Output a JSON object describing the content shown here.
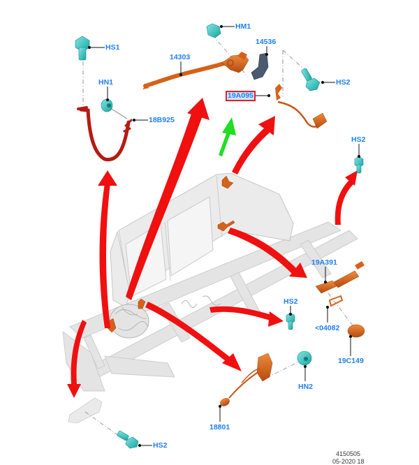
{
  "diagram": {
    "type": "exploded parts diagram - vehicle body wiring / ground straps",
    "callouts": [
      {
        "id": "hs1",
        "text": "HS1",
        "part": "bolt"
      },
      {
        "id": "hn1",
        "text": "HN1",
        "part": "nut"
      },
      {
        "id": "p18b925",
        "text": "18B925",
        "part": "ground strap"
      },
      {
        "id": "p14303",
        "text": "14303",
        "part": "wiring harness / ground strap"
      },
      {
        "id": "hm1",
        "text": "HM1",
        "part": "nut"
      },
      {
        "id": "p14536",
        "text": "14536",
        "part": "bracket"
      },
      {
        "id": "hs2_top",
        "text": "HS2",
        "part": "bolt"
      },
      {
        "id": "p19a095",
        "text": "19A095",
        "part": "ground strap",
        "highlighted": true
      },
      {
        "id": "hs2_right",
        "text": "HS2",
        "part": "bolt"
      },
      {
        "id": "p19a391",
        "text": "19A391",
        "part": "wiring connector"
      },
      {
        "id": "hs2_mid",
        "text": "HS2",
        "part": "bolt"
      },
      {
        "id": "p04082",
        "text": "<04082",
        "part": "gasket"
      },
      {
        "id": "p19c149",
        "text": "19C149",
        "part": "cover"
      },
      {
        "id": "hn2",
        "text": "HN2",
        "part": "nut"
      },
      {
        "id": "p18801",
        "text": "18801",
        "part": "sensor / harness"
      },
      {
        "id": "hs2_bottom",
        "text": "HS2",
        "part": "bolt"
      }
    ],
    "highlight_colors": {
      "callout_text": "#1f7ff0",
      "highlight_border": "#e0202a",
      "arrow_red": "#f01010",
      "arrow_green": "#22dd22",
      "part_orange": "#d4621a",
      "part_darkred": "#b51a14",
      "fastener_teal": "#35c3c0",
      "bracket_slate": "#4a5a70",
      "body_gray": "#d8d8d8"
    },
    "footer": {
      "illustration_number": "4150505",
      "date": "05-2020 18"
    }
  }
}
